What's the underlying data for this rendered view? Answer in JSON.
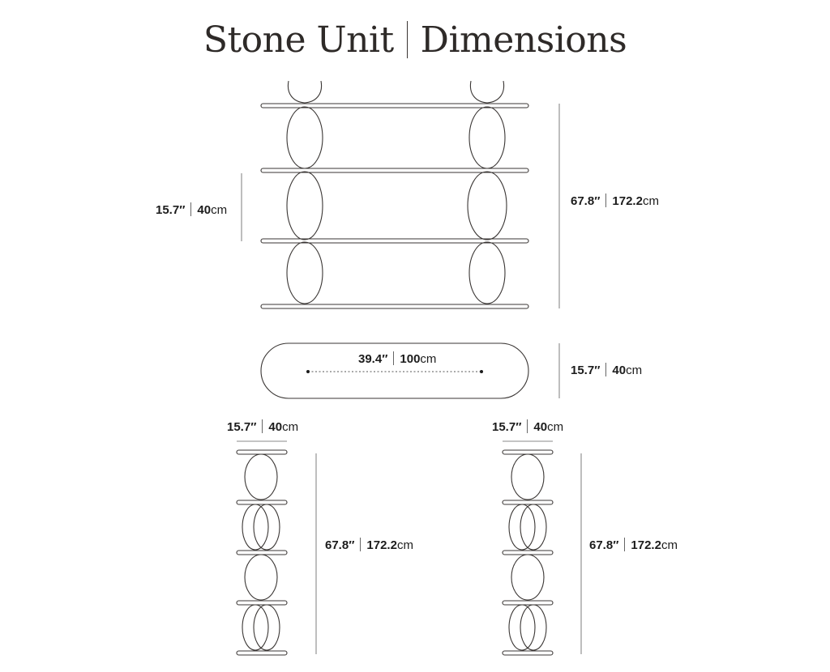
{
  "title": {
    "left": "Stone Unit",
    "right": "Dimensions"
  },
  "labels": {
    "shelf_spacing": {
      "inch": "15.7″",
      "metric": "40",
      "unit": "cm"
    },
    "front_height": {
      "inch": "67.8″",
      "metric": "172.2",
      "unit": "cm"
    },
    "top_width": {
      "inch": "39.4″",
      "metric": "100",
      "unit": "cm"
    },
    "top_depth": {
      "inch": "15.7″",
      "metric": "40",
      "unit": "cm"
    },
    "side_a_depth": {
      "inch": "15.7″",
      "metric": "40",
      "unit": "cm"
    },
    "side_a_height": {
      "inch": "67.8″",
      "metric": "172.2",
      "unit": "cm"
    },
    "side_b_depth": {
      "inch": "15.7″",
      "metric": "40",
      "unit": "cm"
    },
    "side_b_height": {
      "inch": "67.8″",
      "metric": "172.2",
      "unit": "cm"
    }
  }
}
